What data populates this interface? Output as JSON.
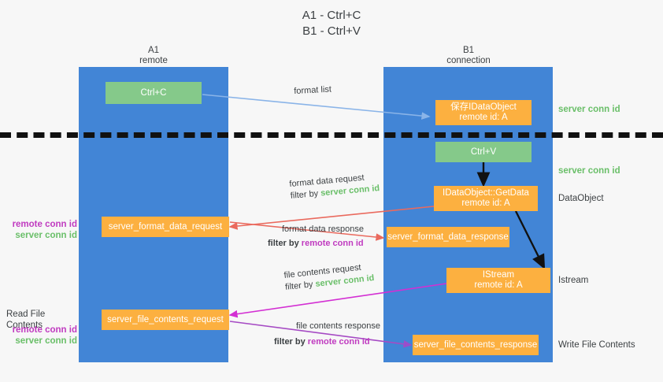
{
  "title": {
    "line1": "A1 - Ctrl+C",
    "line2": "B1 - Ctrl+V"
  },
  "columns": [
    {
      "id": "a1",
      "name": "A1",
      "role": "remote"
    },
    {
      "id": "b1",
      "name": "B1",
      "role": "connection"
    }
  ],
  "nodes": {
    "ctrl_c": {
      "line1": "Ctrl+C",
      "line2": "",
      "color": "#85c98a"
    },
    "ctrl_v": {
      "line1": "Ctrl+V",
      "line2": "",
      "color": "#85c98a"
    },
    "save_idataobject": {
      "line1": "保存IDataObject",
      "line2": "remote id: A",
      "color": "#fcb040"
    },
    "getdata": {
      "line1": "IDataObject::GetData",
      "line2": "remote id: A",
      "color": "#fcb040"
    },
    "istream": {
      "line1": "IStream",
      "line2": "remote id: A",
      "color": "#fcb040"
    },
    "fmt_req": {
      "line1": "server_format_data_request",
      "line2": "",
      "color": "#fcb040"
    },
    "fmt_resp": {
      "line1": "server_format_data_response",
      "line2": "",
      "color": "#fcb040"
    },
    "file_req": {
      "line1": "server_file_contents_request",
      "line2": "",
      "color": "#fcb040"
    },
    "file_resp": {
      "line1": "server_file_contents_response",
      "line2": "",
      "color": "#fcb040"
    }
  },
  "edge_labels": {
    "format_list": {
      "text": "format list"
    },
    "fmt_req_l1": {
      "text": "format data request"
    },
    "fmt_req_l2a": {
      "text": "filter by "
    },
    "fmt_req_l2b": {
      "text": "server conn id"
    },
    "fmt_resp_l1": {
      "text": "format data response"
    },
    "fmt_resp_l2a": {
      "text": "filter by "
    },
    "fmt_resp_l2b": {
      "text": "remote conn id"
    },
    "file_req_l1": {
      "text": "file contents request"
    },
    "file_req_l2a": {
      "text": "filter by "
    },
    "file_req_l2b": {
      "text": "server conn id"
    },
    "file_resp_l1": {
      "text": "file contents response"
    },
    "file_resp_l2a": {
      "text": "filter by "
    },
    "file_resp_l2b": {
      "text": "remote conn id"
    }
  },
  "annotations": {
    "right_server_conn_1": {
      "text": "server conn id"
    },
    "right_server_conn_2": {
      "text": "server conn id"
    },
    "right_dataobject": {
      "text": "DataObject"
    },
    "right_istream": {
      "text": "Istream"
    },
    "right_write_file": {
      "text": "Write File Contents"
    },
    "left_remote_conn_1": {
      "text": "remote conn id"
    },
    "left_server_conn_1": {
      "text": "server conn id"
    },
    "left_read_file": {
      "text": "Read File Contents"
    },
    "left_remote_conn_2": {
      "text": "remote conn id"
    },
    "left_server_conn_2": {
      "text": "server conn id"
    }
  },
  "colors": {
    "lane": "#4285d6",
    "green_node": "#85c98a",
    "orange_node": "#fcb040",
    "server_conn": "#6abf69",
    "remote_conn": "#c03bc0",
    "arrow_blue": "#8ab4e8",
    "arrow_red": "#ea6a5e",
    "arrow_magenta": "#d32fd3",
    "arrow_purple": "#9b4dca",
    "arrow_black": "#111111",
    "background": "#f7f7f7"
  }
}
